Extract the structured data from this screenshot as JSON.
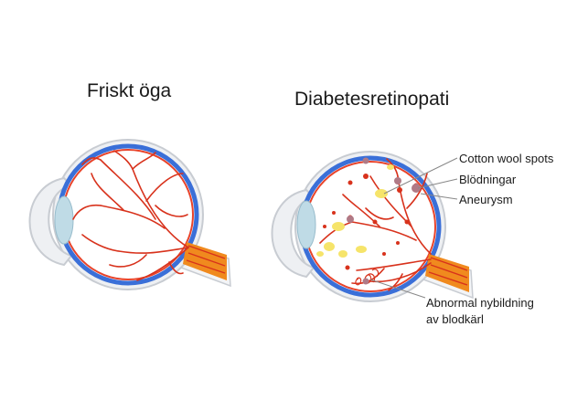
{
  "titles": {
    "healthy": "Friskt öga",
    "diabetic": "Diabetesretinopati"
  },
  "labels": {
    "cotton_wool": "Cotton wool spots",
    "hemorrhages": "Blödningar",
    "aneurysm": "Aneurysm",
    "neovasc_line1": "Abnormal nybildning",
    "neovasc_line2": "av blodkärl"
  },
  "colors": {
    "sclera_outer": "#e6e9ee",
    "choroid_blue": "#3a6fd8",
    "retina_red": "#e8432a",
    "vessel": "#d8321c",
    "lens": "#bfdbe6",
    "optic_nerve": "#f08a1e",
    "cotton_wool": "#f6e46a",
    "hemorrhage": "#d8321c",
    "aneurysm": "#b07a86"
  }
}
